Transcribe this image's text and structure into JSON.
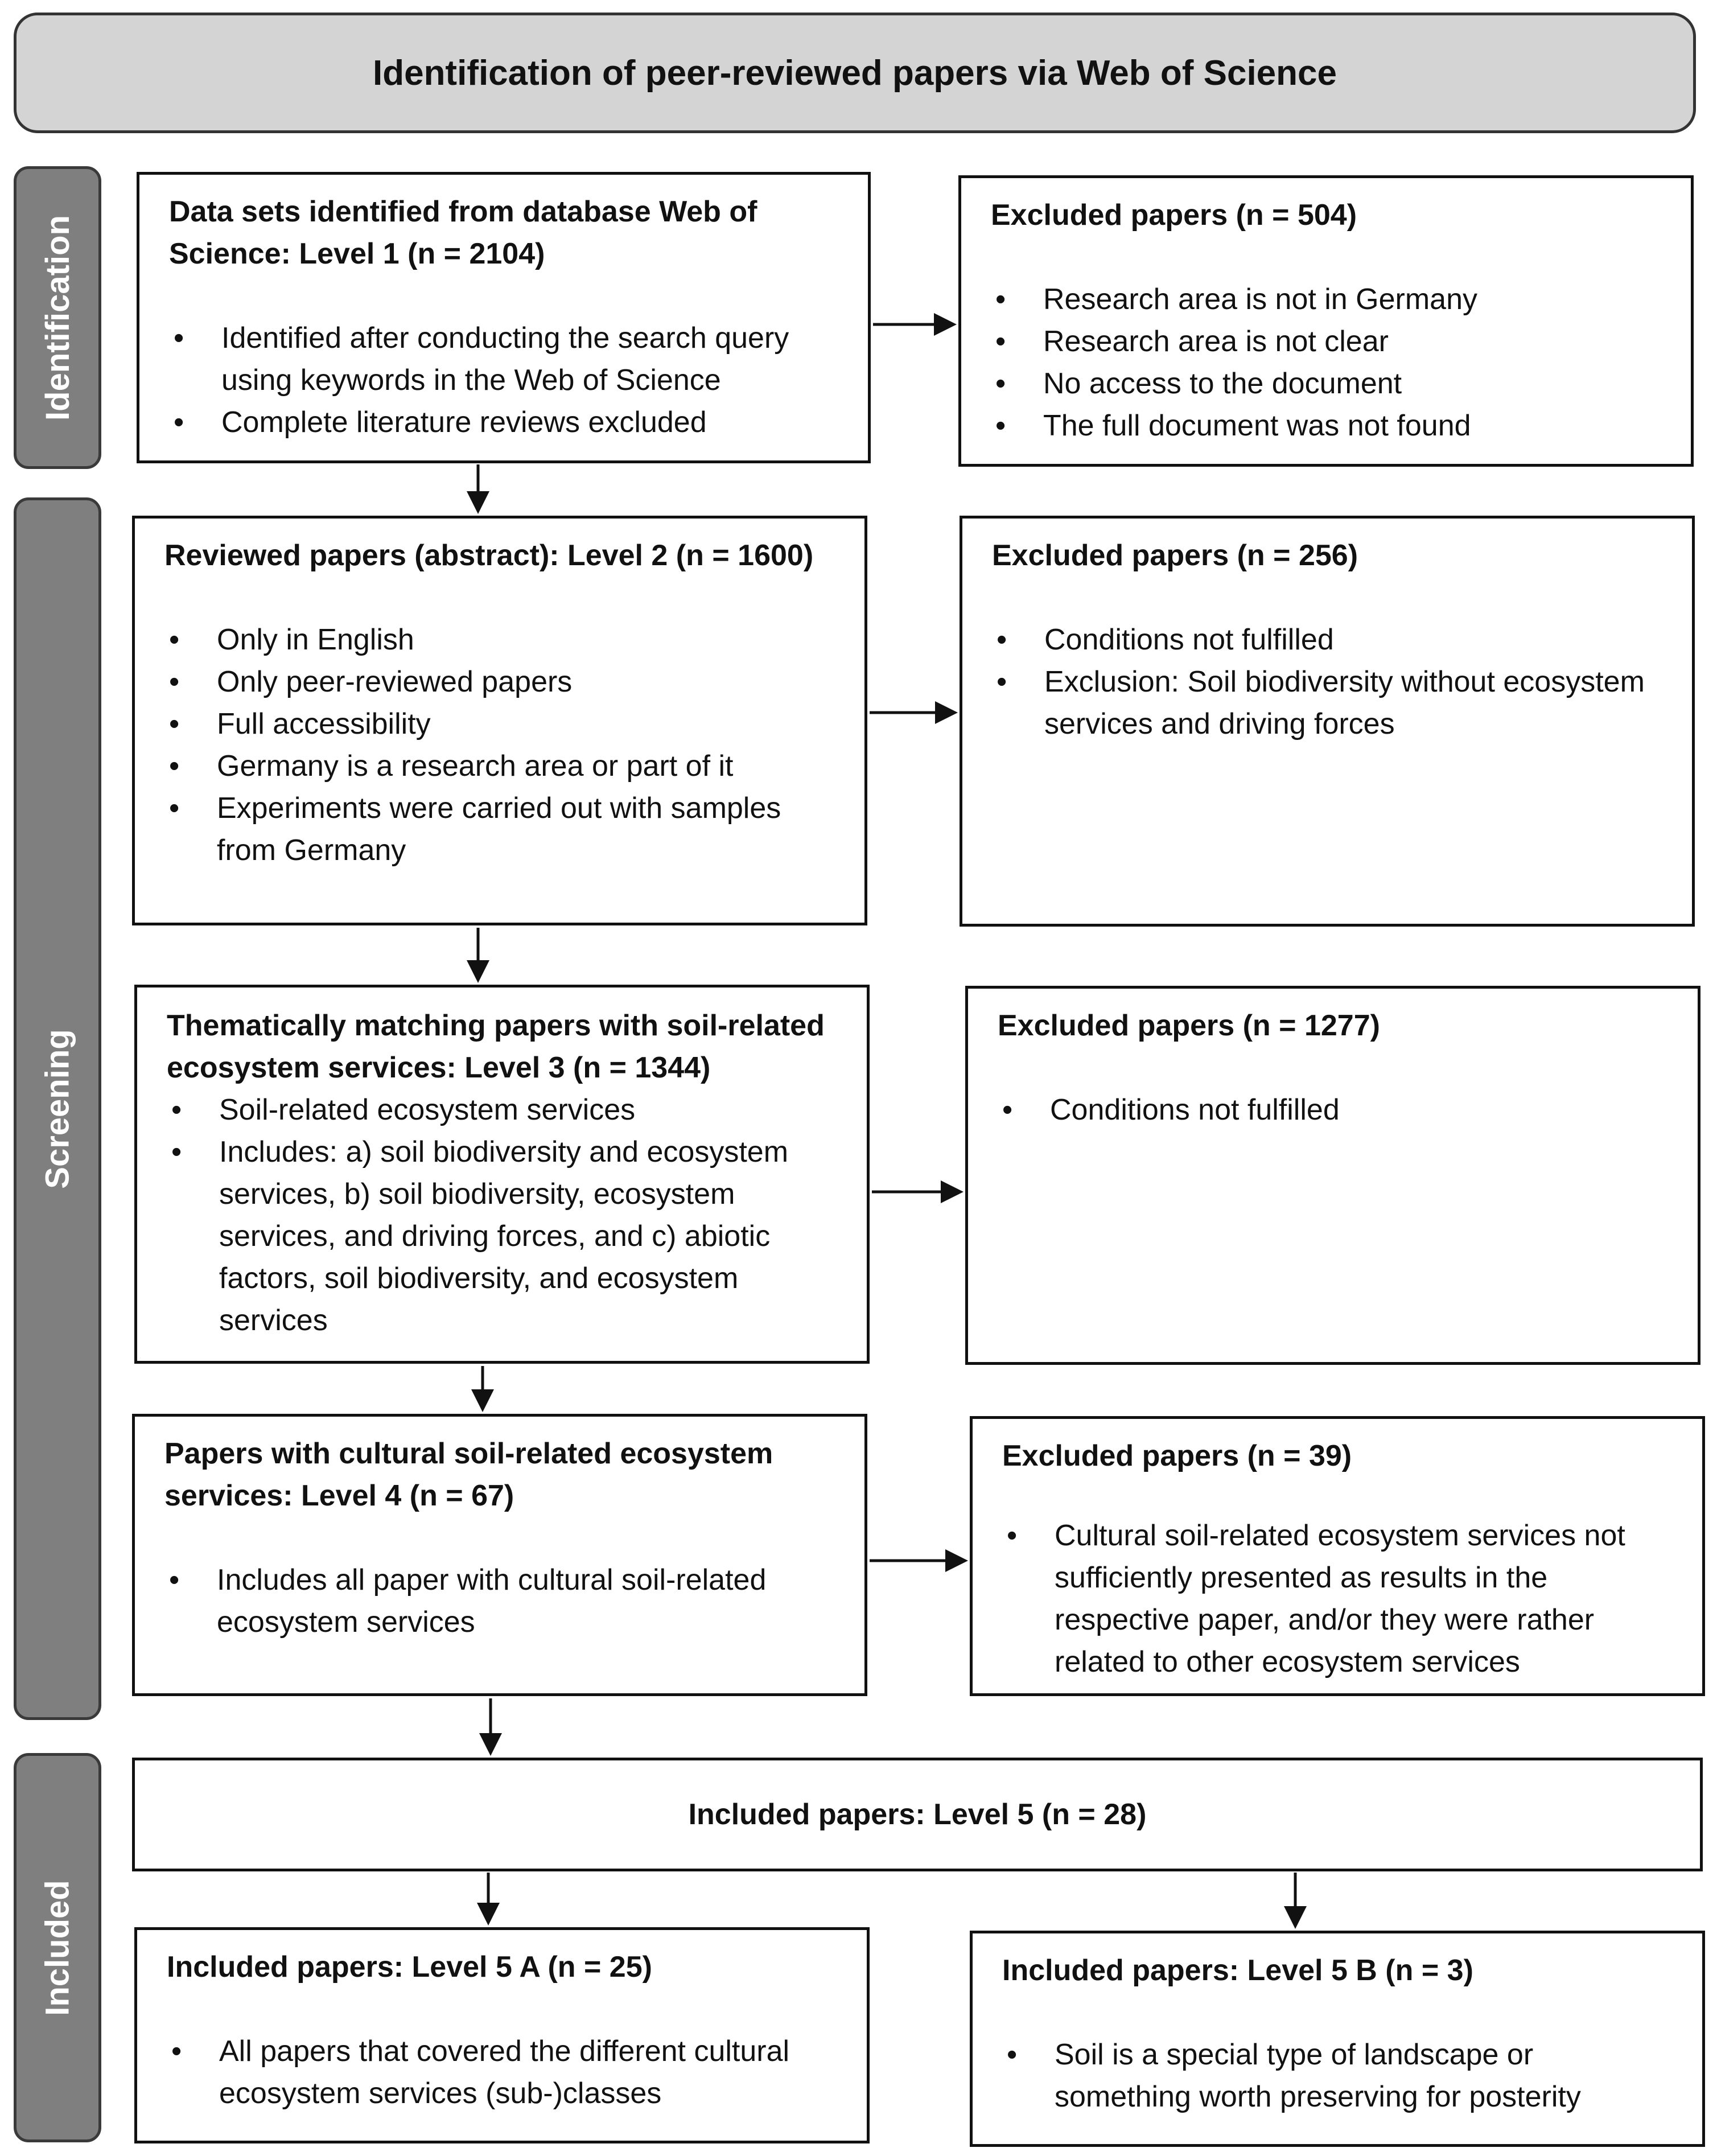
{
  "header": {
    "title": "Identification of peer-reviewed papers via Web of Science"
  },
  "phases": {
    "identification": "Identification",
    "screening": "Screening",
    "included": "Included"
  },
  "level1": {
    "title": "Data sets identified from database Web of Science: Level 1 (n = 2104)",
    "items": [
      "Identified after conducting the search query using keywords in the Web of Science",
      "Complete literature reviews excluded"
    ]
  },
  "excluded1": {
    "title": "Excluded papers (n = 504)",
    "items": [
      "Research area is not in Germany",
      "Research area is not clear",
      "No access to the document",
      "The full document was not found"
    ]
  },
  "level2": {
    "title": "Reviewed papers (abstract): Level 2 (n = 1600)",
    "items": [
      "Only in English",
      "Only peer-reviewed papers",
      "Full accessibility",
      "Germany is a research area or part of it",
      "Experiments were carried out with samples from Germany"
    ]
  },
  "excluded2": {
    "title": "Excluded papers (n = 256)",
    "items": [
      "Conditions not fulfilled",
      "Exclusion: Soil biodiversity without ecosystem services and driving forces"
    ]
  },
  "level3": {
    "title": "Thematically matching papers with soil-related ecosystem services: Level 3 (n = 1344)",
    "items": [
      "Soil-related ecosystem services",
      "Includes: a) soil biodiversity and ecosystem services, b) soil biodiversity, ecosystem services, and driving forces, and c) abiotic factors, soil biodiversity, and ecosystem services"
    ]
  },
  "excluded3": {
    "title": "Excluded papers (n = 1277)",
    "items": [
      "Conditions not fulfilled"
    ]
  },
  "level4": {
    "title": "Papers with cultural soil-related ecosystem services: Level 4 (n = 67)",
    "items": [
      "Includes all paper with cultural soil-related ecosystem services"
    ]
  },
  "excluded4": {
    "title": "Excluded papers (n = 39)",
    "items": [
      "Cultural soil-related ecosystem services not sufficiently presented as results in the respective paper, and/or they were rather related to other ecosystem services"
    ]
  },
  "level5": {
    "title": "Included papers: Level 5 (n = 28)"
  },
  "level5a": {
    "title": "Included papers: Level 5 A (n = 25)",
    "items": [
      "All papers that covered the different cultural ecosystem services (sub-)classes"
    ]
  },
  "level5b": {
    "title": "Included papers: Level 5 B (n = 3)",
    "items": [
      "Soil is a special type of landscape or something worth preserving for posterity"
    ]
  }
}
